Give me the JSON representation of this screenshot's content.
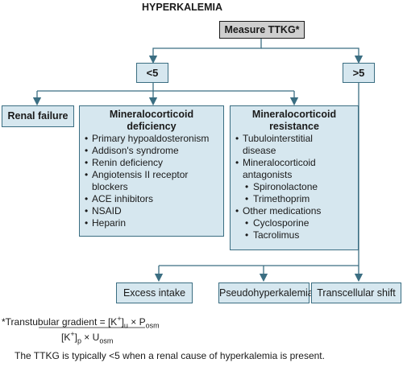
{
  "title": "HYPERKALEMIA",
  "measure": "Measure TTKG*",
  "lt5": "<5",
  "gt5": ">5",
  "renal_failure": "Renal failure",
  "deficiency": {
    "heading_line1": "Mineralocorticoid",
    "heading_line2": "deficiency",
    "items": [
      "Primary hypoaldosteronism",
      "Addison's syndrome",
      "Renin deficiency",
      "Angiotensis II receptor",
      "blockers",
      "ACE inhibitors",
      "NSAID",
      "Heparin"
    ]
  },
  "resistance": {
    "heading_line1": "Mineralocorticoid",
    "heading_line2": "resistance",
    "items": [
      "Tubulointerstitial",
      "disease",
      "Mineralocorticoid",
      "antagonists",
      "Spironolactone",
      "Trimethoprim",
      "Other medications",
      "Cyclosporine",
      "Tacrolimus"
    ]
  },
  "bottom": {
    "excess": "Excess intake",
    "pseudo": "Pseudohyperkalemia",
    "transcellular": "Transcellular shift"
  },
  "footnote": {
    "prefix": "*Transtubular gradient = [K",
    "plus": "+",
    "close": "]",
    "u_sub": "u",
    "times": " × P",
    "osm": "osm",
    "p_sub": "p",
    "u_osm_prefix": " × U",
    "statement": "The TTKG is typically <5 when a renal cause of hyperkalemia is present."
  },
  "colors": {
    "box_fill": "#d6e7ef",
    "box_border": "#3b6e82",
    "line": "#3b6e82"
  }
}
